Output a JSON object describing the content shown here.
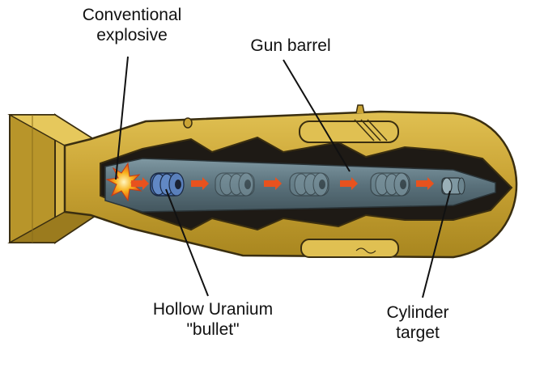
{
  "labels": {
    "explosive": [
      "Conventional",
      "explosive"
    ],
    "barrel": "Gun barrel",
    "bullet": [
      "Hollow Uranium",
      "\"bullet\""
    ],
    "target": [
      "Cylinder",
      "target"
    ]
  },
  "colors": {
    "casing": "#c9a233",
    "casing_dark": "#9a7a1c",
    "casing_light": "#e3c457",
    "chamber": "#1e1a15",
    "barrel": "#5e7680",
    "barrel_light": "#87a0aa",
    "bullet": "#4f76b5",
    "arrow": "#e8521e",
    "flash": "#f6a21a",
    "leader": "#111111"
  },
  "icons": {
    "explosion": "explosion-icon",
    "arrow": "arrow-right-icon"
  }
}
